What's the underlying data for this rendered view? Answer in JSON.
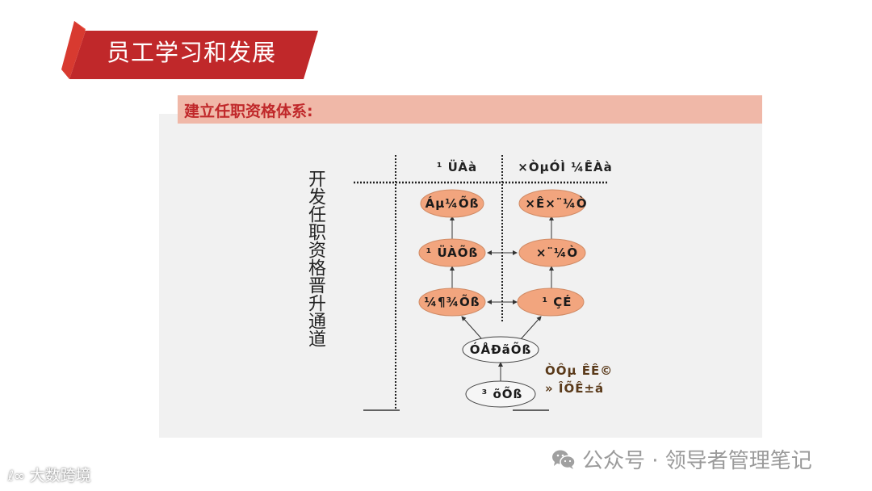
{
  "slide": {
    "title": "员工学习和发展",
    "subheader": "建立任职资格体系:",
    "vertical_title": "开发任职资格晋升通道",
    "colors": {
      "banner_red": "#c0282a",
      "banner_dark": "#a81e20",
      "subheader_bg": "#f0b8a8",
      "subheader_text": "#c0282a",
      "panel_bg": "#f1f1f1",
      "node_fill": "#f2a57e",
      "node_stroke": "#c9865f"
    }
  },
  "diagram": {
    "column_headers": [
      "¹ ÜÀà",
      "×ÒµÓÌ ¼ÊÀà"
    ],
    "left_column": [
      {
        "label": "Áµ¼Õß"
      },
      {
        "label": "¹ ÜÀÕß"
      },
      {
        "label": "¼¶¾Õß"
      }
    ],
    "right_column": [
      {
        "label": "×Ê×¨¼Ò"
      },
      {
        "label": "×¨¼Ò"
      },
      {
        "label": "¹ ÇÉ"
      }
    ],
    "lower_nodes": [
      {
        "label": "ÓÅÐãÕß"
      },
      {
        "label": "³ õÕß"
      }
    ],
    "note": [
      "ÒÔµ ÊÊ©",
      "» ÎÕÊ±á"
    ]
  },
  "watermarks": {
    "left": "大数跨境",
    "right": "公众号 · 领导者管理笔记"
  }
}
